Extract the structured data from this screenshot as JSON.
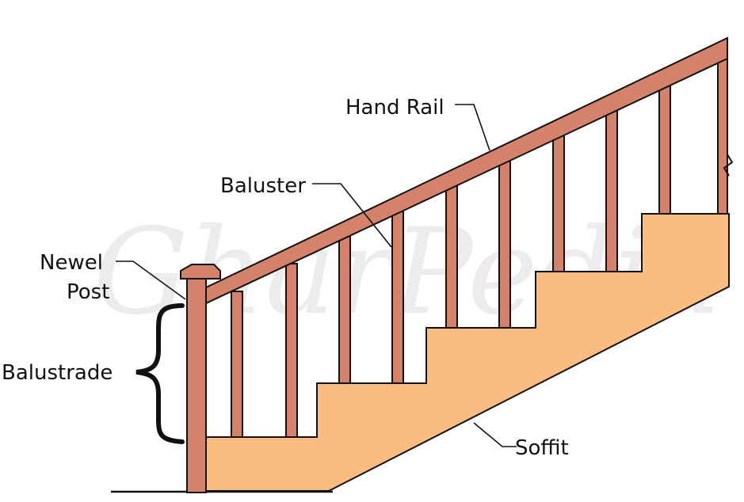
{
  "labels": {
    "hand_rail": "Hand Rail",
    "baluster": "Baluster",
    "newel_post": "Newel",
    "newel_post_line2": "Post",
    "balustrade": "Balustrade",
    "soffit": "Soffit"
  },
  "watermark": "GharPedia",
  "colors": {
    "rail_wood": "#d4826a",
    "stair_body": "#fbbd7f",
    "outline": "#111111",
    "background": "#ffffff"
  }
}
